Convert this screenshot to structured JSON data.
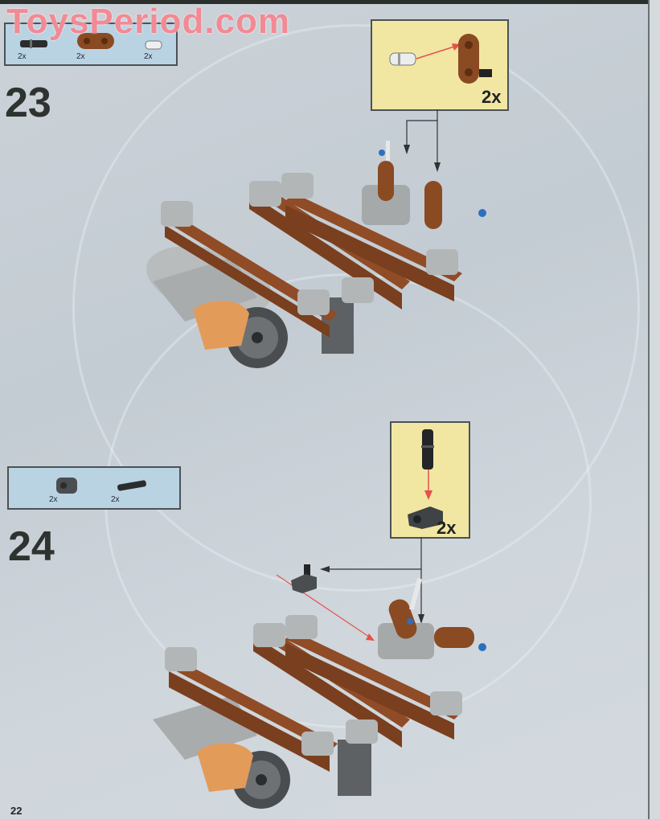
{
  "watermark": "ToysPeriod.com",
  "page_number": "22",
  "steps": [
    {
      "number": "23",
      "parts_list": [
        {
          "icon": "black-friction-pin-with-axle",
          "qty": "2x"
        },
        {
          "icon": "brown-beam-2-hole",
          "qty": "2x"
        },
        {
          "icon": "white-pin-half",
          "qty": "2x"
        }
      ],
      "callout": {
        "description": "white half pin into brown 2-hole liftarm",
        "qty": "2x"
      }
    },
    {
      "number": "24",
      "parts_list": [
        {
          "icon": "dark-grey-pin-connector",
          "qty": "2x"
        },
        {
          "icon": "black-friction-pin-with-axle",
          "qty": "2x"
        }
      ],
      "callout": {
        "description": "black pin into dark grey connector block",
        "qty": "2x"
      }
    }
  ],
  "colors": {
    "background": "#c9d0d6",
    "parts_box": "#b9d3e3",
    "callout_box": "#f2e6a3",
    "brick_brown": "#7a3f1e",
    "brick_light_grey": "#b3b6b7",
    "brick_dark_grey": "#5d6163",
    "brick_orange": "#e39b5a",
    "arrow_red": "#e8504a",
    "watermark": "#f28a94"
  }
}
